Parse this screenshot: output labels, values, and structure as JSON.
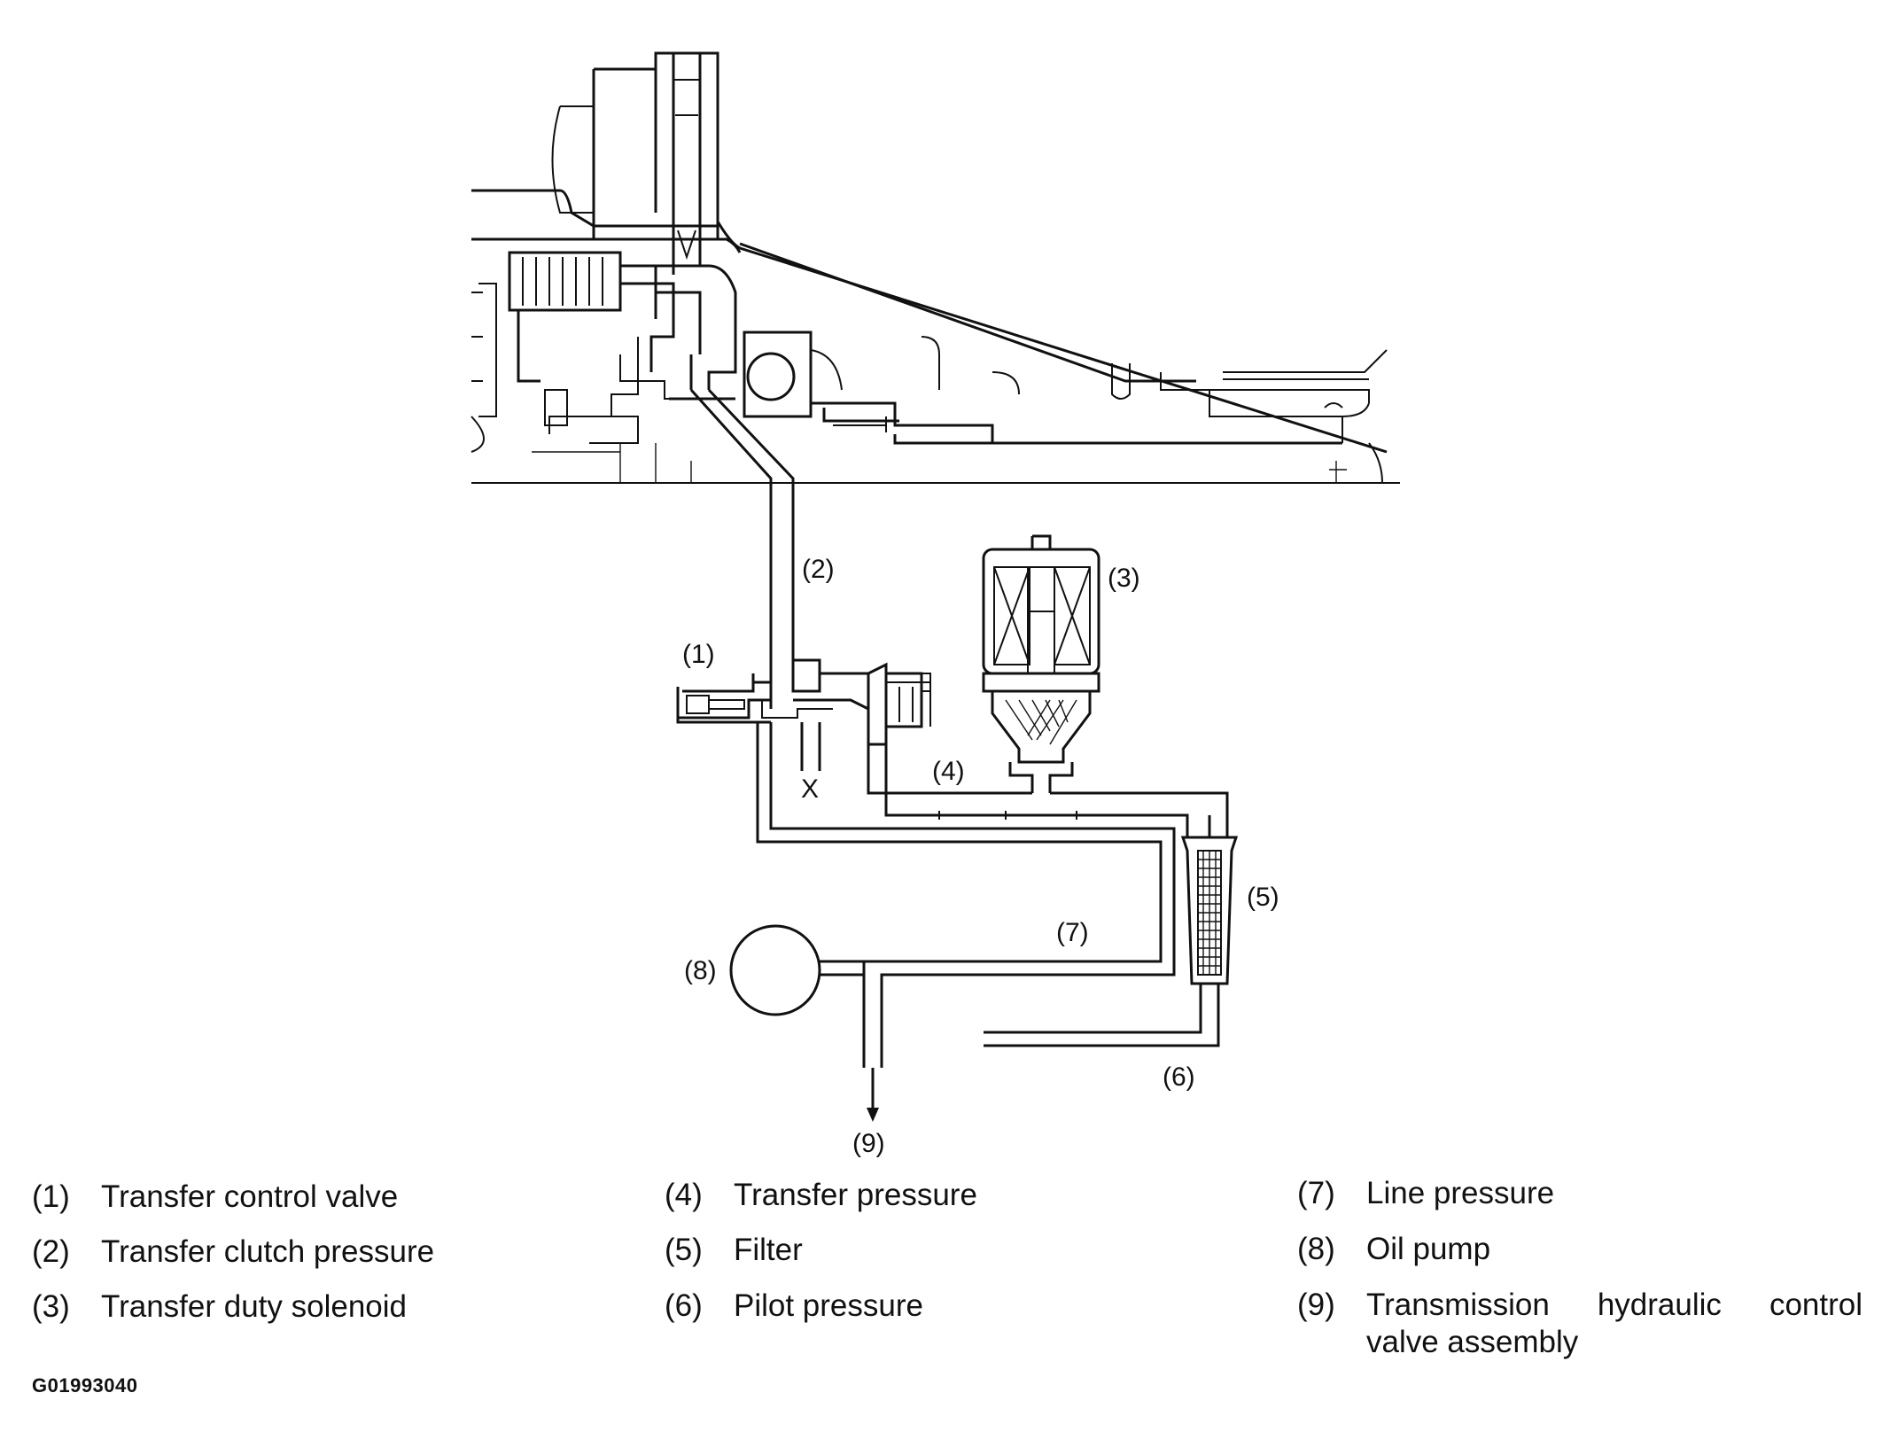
{
  "callouts": {
    "c1": "(1)",
    "c2": "(2)",
    "c3": "(3)",
    "c4": "(4)",
    "c5": "(5)",
    "c6": "(6)",
    "c7": "(7)",
    "c8": "(8)",
    "c9": "(9)",
    "drain_mark": "X"
  },
  "legend": [
    {
      "num": "(1)",
      "text": "Transfer control valve"
    },
    {
      "num": "(2)",
      "text": "Transfer clutch pressure"
    },
    {
      "num": "(3)",
      "text": "Transfer duty solenoid"
    },
    {
      "num": "(4)",
      "text": "Transfer pressure"
    },
    {
      "num": "(5)",
      "text": "Filter"
    },
    {
      "num": "(6)",
      "text": "Pilot pressure"
    },
    {
      "num": "(7)",
      "text": "Line pressure"
    },
    {
      "num": "(8)",
      "text": "Oil pump"
    },
    {
      "num": "(9)",
      "text": "Transmission hydraulic control valve assembly"
    }
  ],
  "figure_id": "G01993040"
}
